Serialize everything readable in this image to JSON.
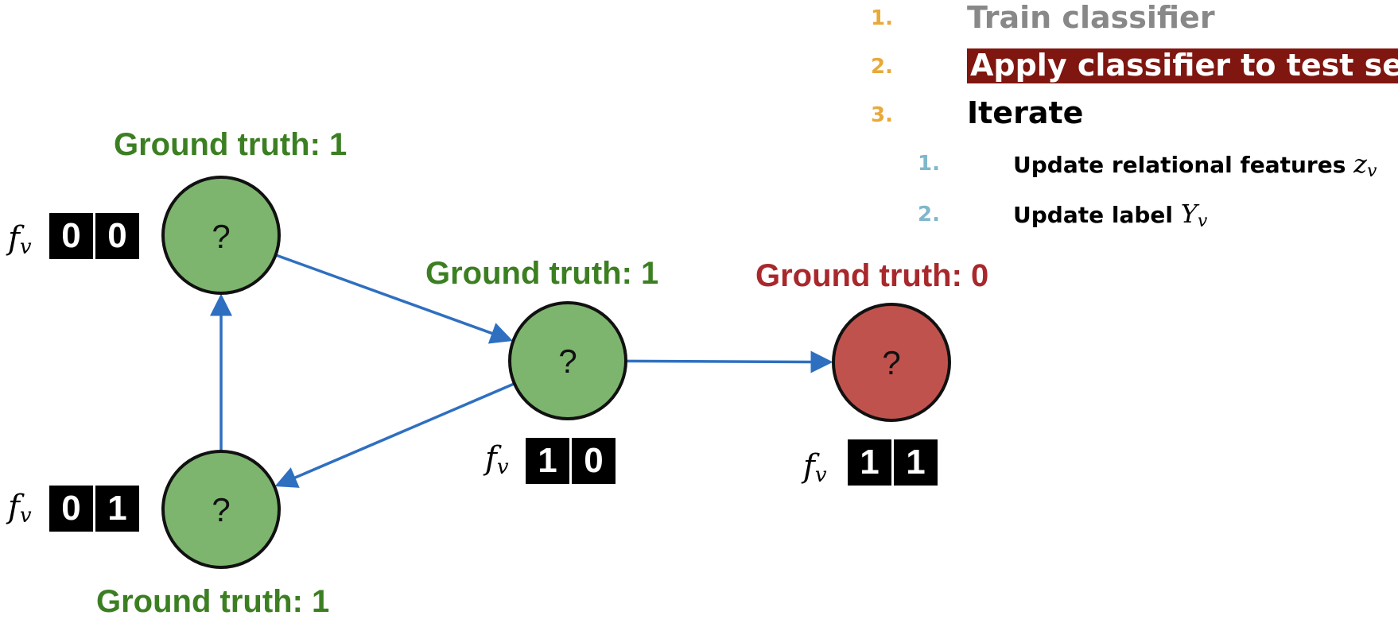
{
  "steps": [
    {
      "num": "1.",
      "text": "Train classifier"
    },
    {
      "num": "2.",
      "text": "Apply classifier to test set"
    },
    {
      "num": "3.",
      "text": "Iterate"
    }
  ],
  "substeps": [
    {
      "num": "1.",
      "text": "Update relational features ",
      "var": "z",
      "sub": "v"
    },
    {
      "num": "2.",
      "text": "Update label ",
      "var": "Y",
      "sub": "v"
    }
  ],
  "nodes": [
    {
      "id": "node-top-left",
      "label": "?",
      "ground_truth": "Ground truth: 1",
      "truth_color": "#3c7f22",
      "fill": "#7db56f",
      "features": [
        "0",
        "0"
      ]
    },
    {
      "id": "node-bottom-left",
      "label": "?",
      "ground_truth": "Ground truth: 1",
      "truth_color": "#3c7f22",
      "fill": "#7db56f",
      "features": [
        "0",
        "1"
      ]
    },
    {
      "id": "node-middle",
      "label": "?",
      "ground_truth": "Ground truth: 1",
      "truth_color": "#3c7f22",
      "fill": "#7db56f",
      "features": [
        "1",
        "0"
      ]
    },
    {
      "id": "node-right",
      "label": "?",
      "ground_truth": "Ground truth: 0",
      "truth_color": "#a8282c",
      "fill": "#c0524e",
      "features": [
        "1",
        "1"
      ]
    }
  ],
  "feature_symbol": {
    "base": "f",
    "sub": "v"
  },
  "edges": [
    {
      "from": "node-bottom-left",
      "to": "node-top-left"
    },
    {
      "from": "node-top-left",
      "to": "node-middle"
    },
    {
      "from": "node-middle",
      "to": "node-bottom-left"
    },
    {
      "from": "node-middle",
      "to": "node-right"
    }
  ],
  "colors": {
    "edge": "#2f6fc0",
    "node_stroke": "#111111"
  }
}
